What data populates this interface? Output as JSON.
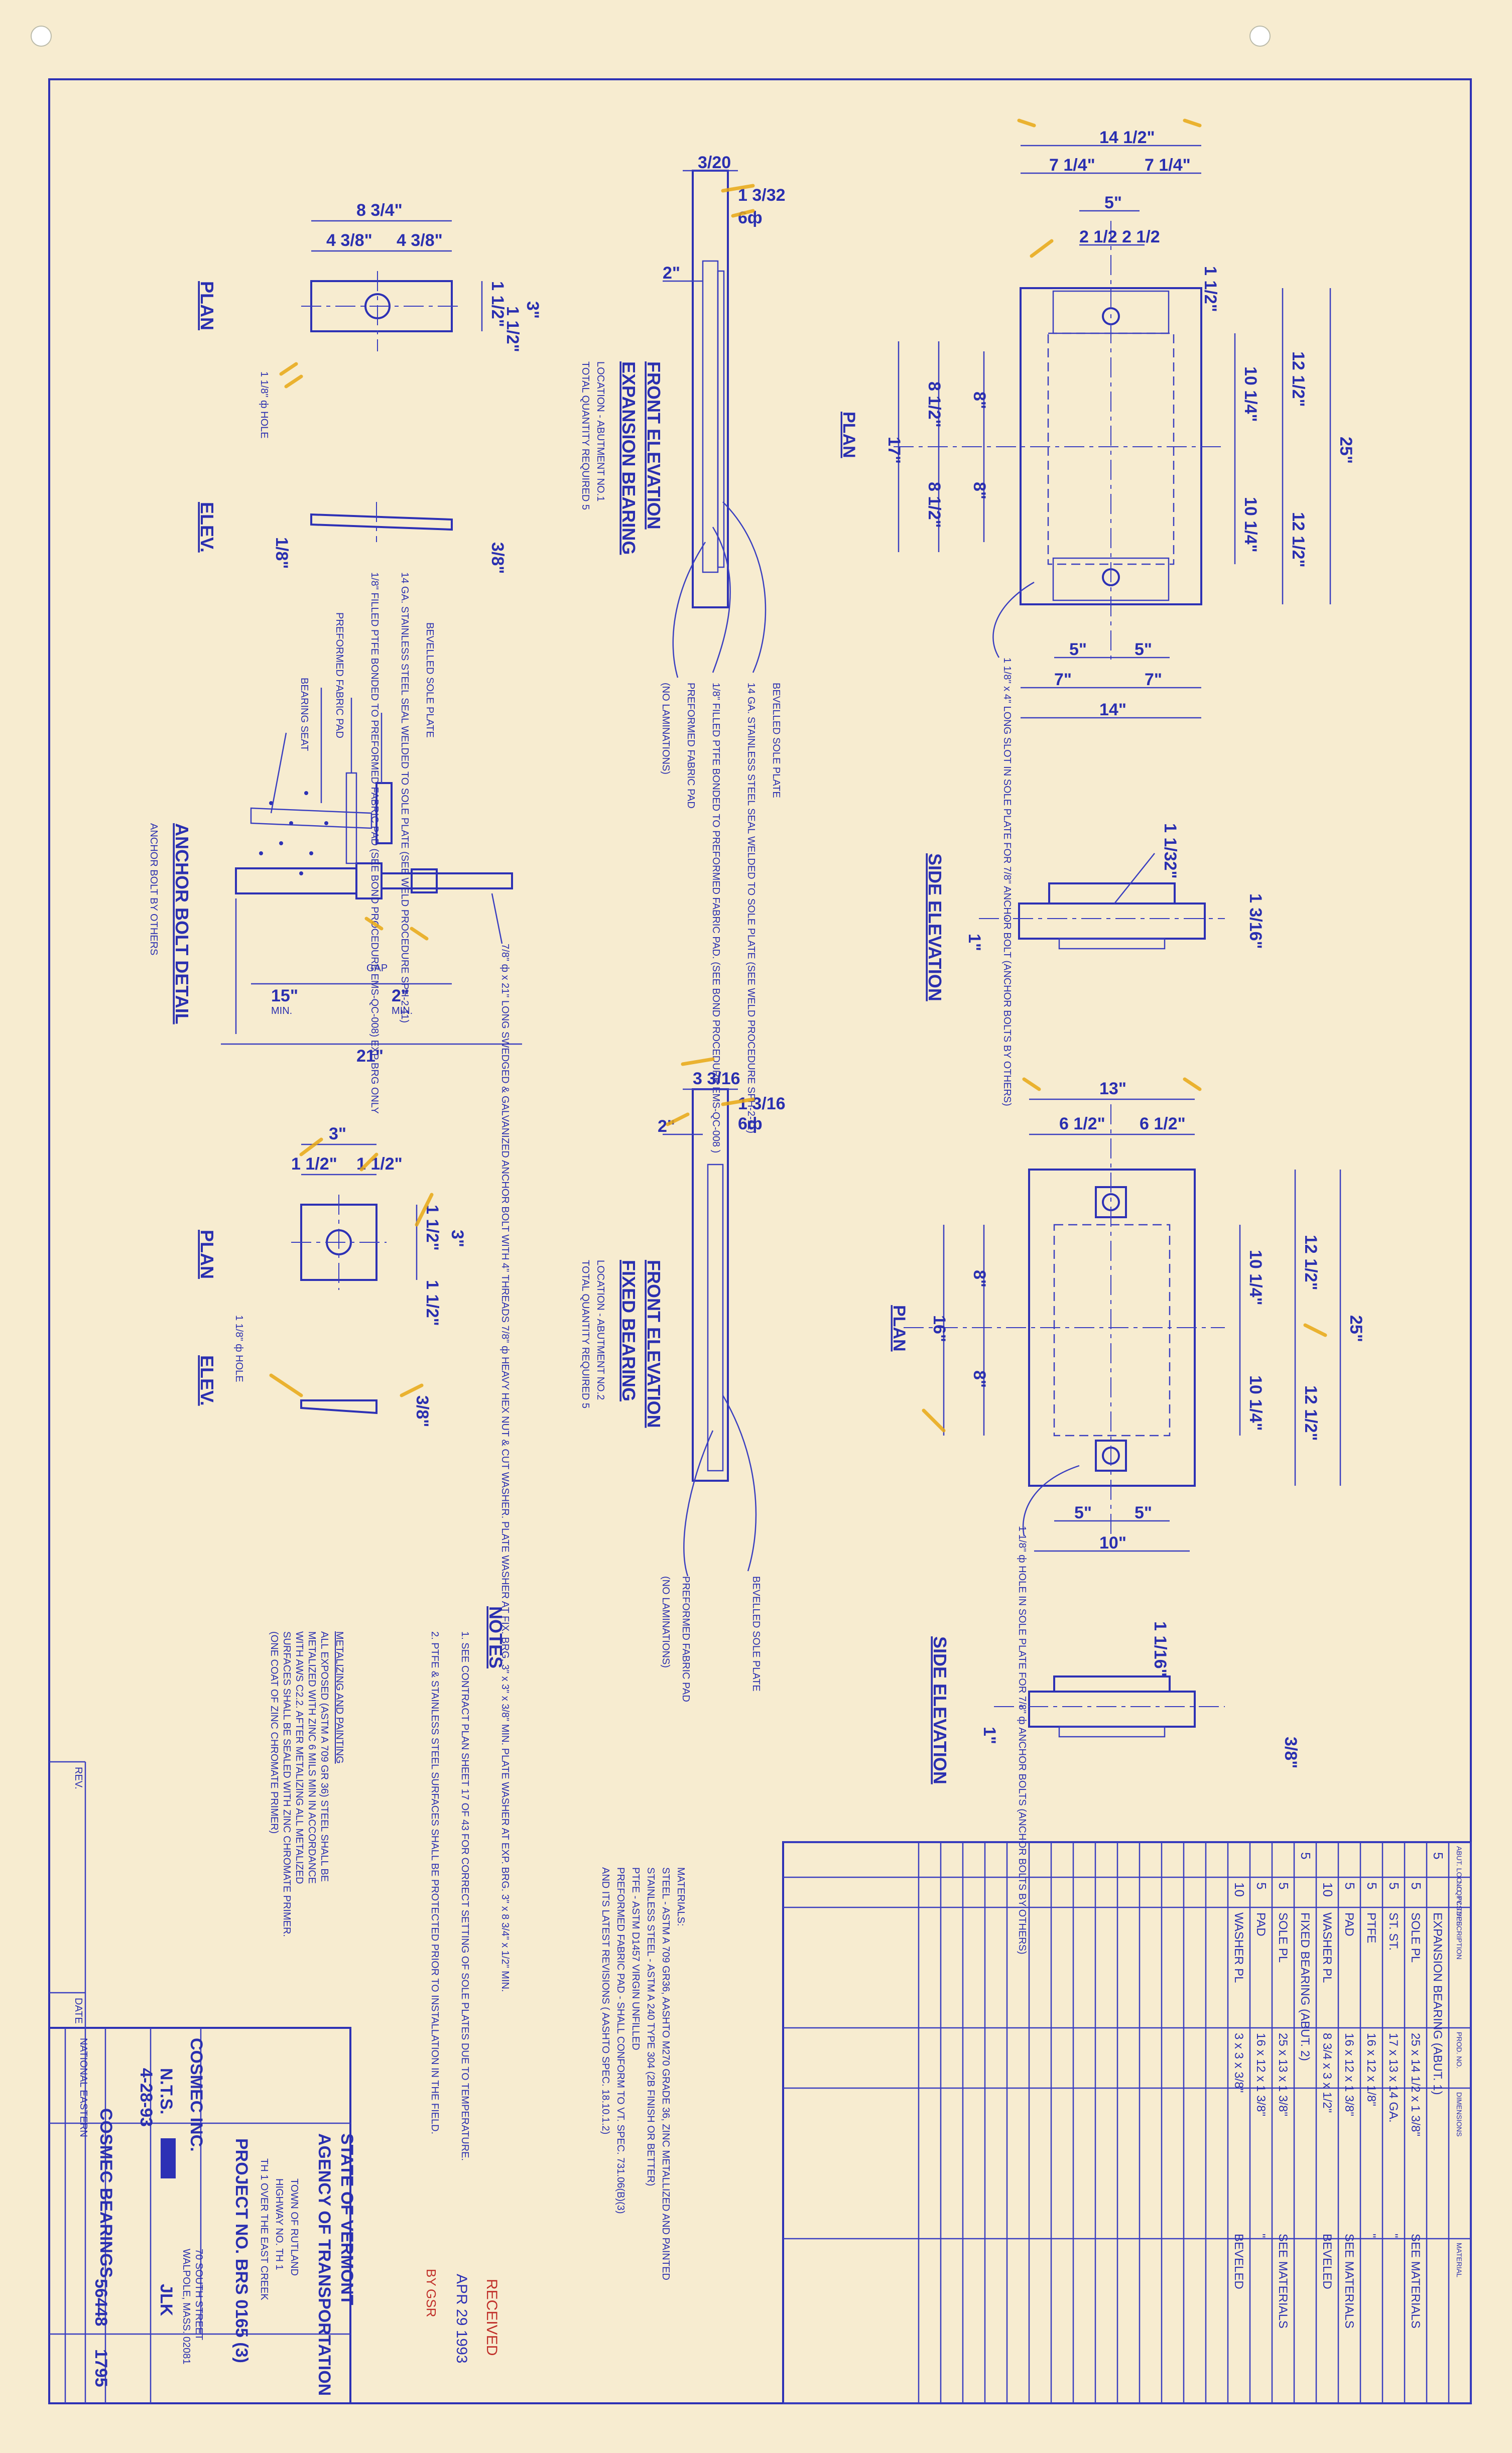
{
  "expansion": {
    "title": "EXPANSION BEARING",
    "view": "FRONT ELEVATION",
    "location": "LOCATION - ABUTMENT NO.1",
    "qty": "TOTAL QUANTITY REQUIRED 5",
    "c1": "BEVELLED SOLE PLATE",
    "c2": "14 GA. STAINLESS STEEL SEAL WELDED TO SOLE PLATE (SEE WELD PROCEDURE SPH-2-11)",
    "c3": "1/8\" FILLED PTFE BONDED TO PREFORMED FABRIC PAD. (SEE BOND PROCEDURE EMS-QC-008 )",
    "c4": "PREFORMED FABRIC PAD",
    "c5": "(NO LAMINATIONS)",
    "d1": "3/20",
    "d2": "1 3/32",
    "d3": "2\"",
    "d4": "6ф"
  },
  "fixed": {
    "title": "FIXED BEARING",
    "view": "FRONT ELEVATION",
    "location": "LOCATION - ABUTMENT NO.2",
    "qty": "TOTAL QUANTITY REQUIRED 5",
    "c1": "BEVELLED SOLE PLATE",
    "c2": "PREFORMED FABRIC PAD",
    "c3": "(NO LAMINATIONS)",
    "d1": "3 3/16",
    "d2": "1 3/16",
    "d3": "2\"",
    "d4": "6ф"
  },
  "exp_plan": {
    "title": "PLAN",
    "d_overall": "14 1/2\"",
    "d_half_a": "7 1/4\"",
    "d_half_b": "7 1/4\"",
    "d_5": "5\"",
    "d_slot": "2 1/2  2 1/2",
    "d_25": "25\"",
    "d_12a": "12 1/2\"",
    "d_12b": "12 1/2\"",
    "d_10a": "10 1/4\"",
    "d_10b": "10 1/4\"",
    "d_17": "17\"",
    "d_8a": "8 1/2\"",
    "d_8b": "8 1/2\"",
    "d_8c": "8\"",
    "d_8d": "8\"",
    "d_1": "1 1/2\"",
    "d_5a": "5\"",
    "d_5b": "5\"",
    "d_7a": "7\"",
    "d_7b": "7\"",
    "d_14": "14\"",
    "callout": "1 1/8\" x 4\" LONG SLOT IN SOLE PLATE FOR 7/8\" ANCHOR BOLT (ANCHOR BOLTS BY OTHERS)"
  },
  "exp_side": {
    "title": "SIDE ELEVATION",
    "d1": "1 1/32\"",
    "d2": "1 3/16\"",
    "d3": "1\""
  },
  "fix_plan": {
    "title": "PLAN",
    "d_13": "13\"",
    "d_6a": "6 1/2\"",
    "d_6b": "6 1/2\"",
    "d_25": "25\"",
    "d_12a": "12 1/2\"",
    "d_12b": "12 1/2\"",
    "d_10a": "10 1/4\"",
    "d_10b": "10 1/4\"",
    "d_16": "16\"",
    "d_8a": "8\"",
    "d_8b": "8\"",
    "d_5a": "5\"",
    "d_5b": "5\"",
    "d_10": "10\"",
    "callout": "1 1/8\" ф HOLE IN SOLE PLATE FOR 7/8\" ф ANCHOR BOLTS (ANCHOR BOLTS BY OTHERS)"
  },
  "fix_side": {
    "title": "SIDE ELEVATION",
    "d1": "1 1/16\"",
    "d2": "3/8\"",
    "d3": "1\""
  },
  "washer_plan": {
    "title": "PLAN",
    "d1": "8 3/4\"",
    "d2": "4 3/8\"",
    "d3": "4 3/8\"",
    "d4": "3\"",
    "d5": "1 1/2\"",
    "d6": "1 1/2\"",
    "hole": "1 1/8\" ф HOLE"
  },
  "washer_elev": {
    "title": "ELEV.",
    "d1": "1/8\"",
    "d2": "3/8\""
  },
  "anchor": {
    "title": "ANCHOR BOLT DETAIL",
    "sub": "ANCHOR BOLT BY OTHERS",
    "c1": "BEVELLED SOLE PLATE",
    "c2": "14 GA. STAINLESS STEEL SEAL WELDED TO SOLE PLATE (SEE WELD PROCEDURE SPH-2-11)",
    "c3": "1/8\" FILLED PTFE BONDED TO PREFORMED FABRIC PAD (SEE BOND PROCEDURE EMS-QC-008) EXP BRG ONLY",
    "c4": "PREFORMED FABRIC PAD",
    "c5": "BEARING SEAT",
    "c6": "7/8\" ф x 21\" LONG SWEDGED & GALVANIZED ANCHOR BOLT WITH 4\" THREADS 7/8\" ф HEAVY HEX NUT & CUT WASHER. PLATE WASHER AT FIX. BRG. 3\" x 3\" x 3/8\" MIN. PLATE WASHER AT EXP. BRG. 3\" x 8 3/4\" x 1/2\" MIN.",
    "gap": "GAP",
    "d1": "15\"",
    "d1b": "MIN.",
    "d2": "2\"",
    "d2b": "MIN.",
    "d3": "21\""
  },
  "fwasher_plan": {
    "title": "PLAN",
    "d1": "3\"",
    "d2": "1 1/2\"",
    "d3": "1 1/2\"",
    "d4": "3\"",
    "d5": "1 1/2\"",
    "d6": "1 1/2\"",
    "hole": "1 1/8\" ф HOLE"
  },
  "fwasher_elev": {
    "title": "ELEV.",
    "d1": "3/8\""
  },
  "notes": {
    "title": "NOTES",
    "n1": "1. SEE CONTRACT PLAN SHEET 17 OF 43 FOR CORRECT SETTING OF SOLE PLATES DUE TO TEMPERATURE.",
    "n2": "2. PTFE & STAINLESS STEEL SURFACES SHALL BE PROTECTED PRIOR TO INSTALLATION IN THE FIELD."
  },
  "metalizing": {
    "title": "METALIZING AND PAINTING",
    "l1": "ALL EXPOSED (ASTM A 709 GR 36) STEEL SHALL BE",
    "l2": "METALIZED WITH ZINC 6 MILS MIN IN ACCORDANCE",
    "l3": "WITH AWS C2.2. AFTER METALIZING ALL METALIZED",
    "l4": "SURFACES SHALL BE SEALED WITH ZINC CHROMATE PRIMER.",
    "l5": "(ONE COAT OF ZINC CHROMATE PRIMER)"
  },
  "materials": {
    "title": "MATERIALS:",
    "l1": "STEEL - ASTM A 709 GR36, AASHTO M270 GRADE 36, ZINC METALLIZED AND PAINTED",
    "l2": "STAINLESS STEEL - ASTM A 240 TYPE 304 (2B FINISH OR BETTER)",
    "l3": "PTFE - ASTM D1457 VIRGIN UNFILLED",
    "l4": "PREFORMED FABRIC PAD - SHALL CONFORM TO VT. SPEC. 731.06(B)(3)",
    "l5": "AND ITS LATEST REVISIONS ( AASHTO SPEC. 18.10.1.2)"
  },
  "bom": {
    "headers": [
      "ABUT. LOC. / QTY. TYPE",
      "NO. PCS.",
      "DESCRIPTION",
      "PROD. NO.",
      "DIMENSIONS",
      "MATERIAL"
    ],
    "rows": [
      {
        "qty": "5",
        "pcs": "",
        "desc": "EXPANSION BEARING (ABUT. 1)",
        "dims": "",
        "mat": ""
      },
      {
        "qty": "",
        "pcs": "5",
        "desc": "SOLE PL",
        "dims": "25 x 14 1/2 x 1 3/8\"",
        "mat": "SEE MATERIALS"
      },
      {
        "qty": "",
        "pcs": "5",
        "desc": "ST. ST.",
        "dims": "17 x 13 x 14 GA.",
        "mat": "\""
      },
      {
        "qty": "",
        "pcs": "5",
        "desc": "PTFE",
        "dims": "16 x 12 x 1/8\"",
        "mat": "\""
      },
      {
        "qty": "",
        "pcs": "5",
        "desc": "PAD",
        "dims": "16 x 12 x 1 3/8\"",
        "mat": "SEE MATERIALS"
      },
      {
        "qty": "",
        "pcs": "10",
        "desc": "WASHER PL",
        "dims": "8 3/4 x 3 x 1/2\"",
        "mat": "BEVELED"
      },
      {
        "qty": "5",
        "pcs": "",
        "desc": "FIXED BEARING (ABUT. 2)",
        "dims": "",
        "mat": ""
      },
      {
        "qty": "",
        "pcs": "5",
        "desc": "SOLE PL",
        "dims": "25 x 13 x 1 3/8\"",
        "mat": "SEE MATERIALS"
      },
      {
        "qty": "",
        "pcs": "5",
        "desc": "PAD",
        "dims": "16 x 12 x 1 3/8\"",
        "mat": "\""
      },
      {
        "qty": "",
        "pcs": "10",
        "desc": "WASHER PL",
        "dims": "3 x 3 x 3/8\"",
        "mat": "BEVELED"
      }
    ],
    "blank_rows": 14
  },
  "title_block": {
    "state": "STATE OF VERMONT",
    "agency": "AGENCY OF TRANSPORTATION",
    "town": "TOWN OF RUTLAND",
    "highway": "HIGHWAY NO. TH 1",
    "over": "TH 1 OVER THE EAST CREEK",
    "project": "PROJECT NO. BRS 0165 (3)",
    "company": "COSMEC INC.",
    "address1": "70 SOUTH STREET",
    "address2": "WALPOLE, MASS. 02081",
    "scale": "N.T.S.",
    "date": "4-28-93",
    "checked": "JLK",
    "customer": "NATIONAL EASTERN",
    "drawing_title": "COSMEC BEARINGS",
    "job_no": "56448",
    "dwg_no": "1795",
    "rev": "REV.",
    "date_lbl": "DATE"
  },
  "stamp": {
    "received": "RECEIVED",
    "date": "APR 29 1993",
    "by": "BY",
    "initials": "GSR"
  },
  "colors": {
    "paper": "#f7ecd0",
    "ink": "#2d31b5",
    "highlight": "#e8a814",
    "stamp": "#c0302a"
  }
}
